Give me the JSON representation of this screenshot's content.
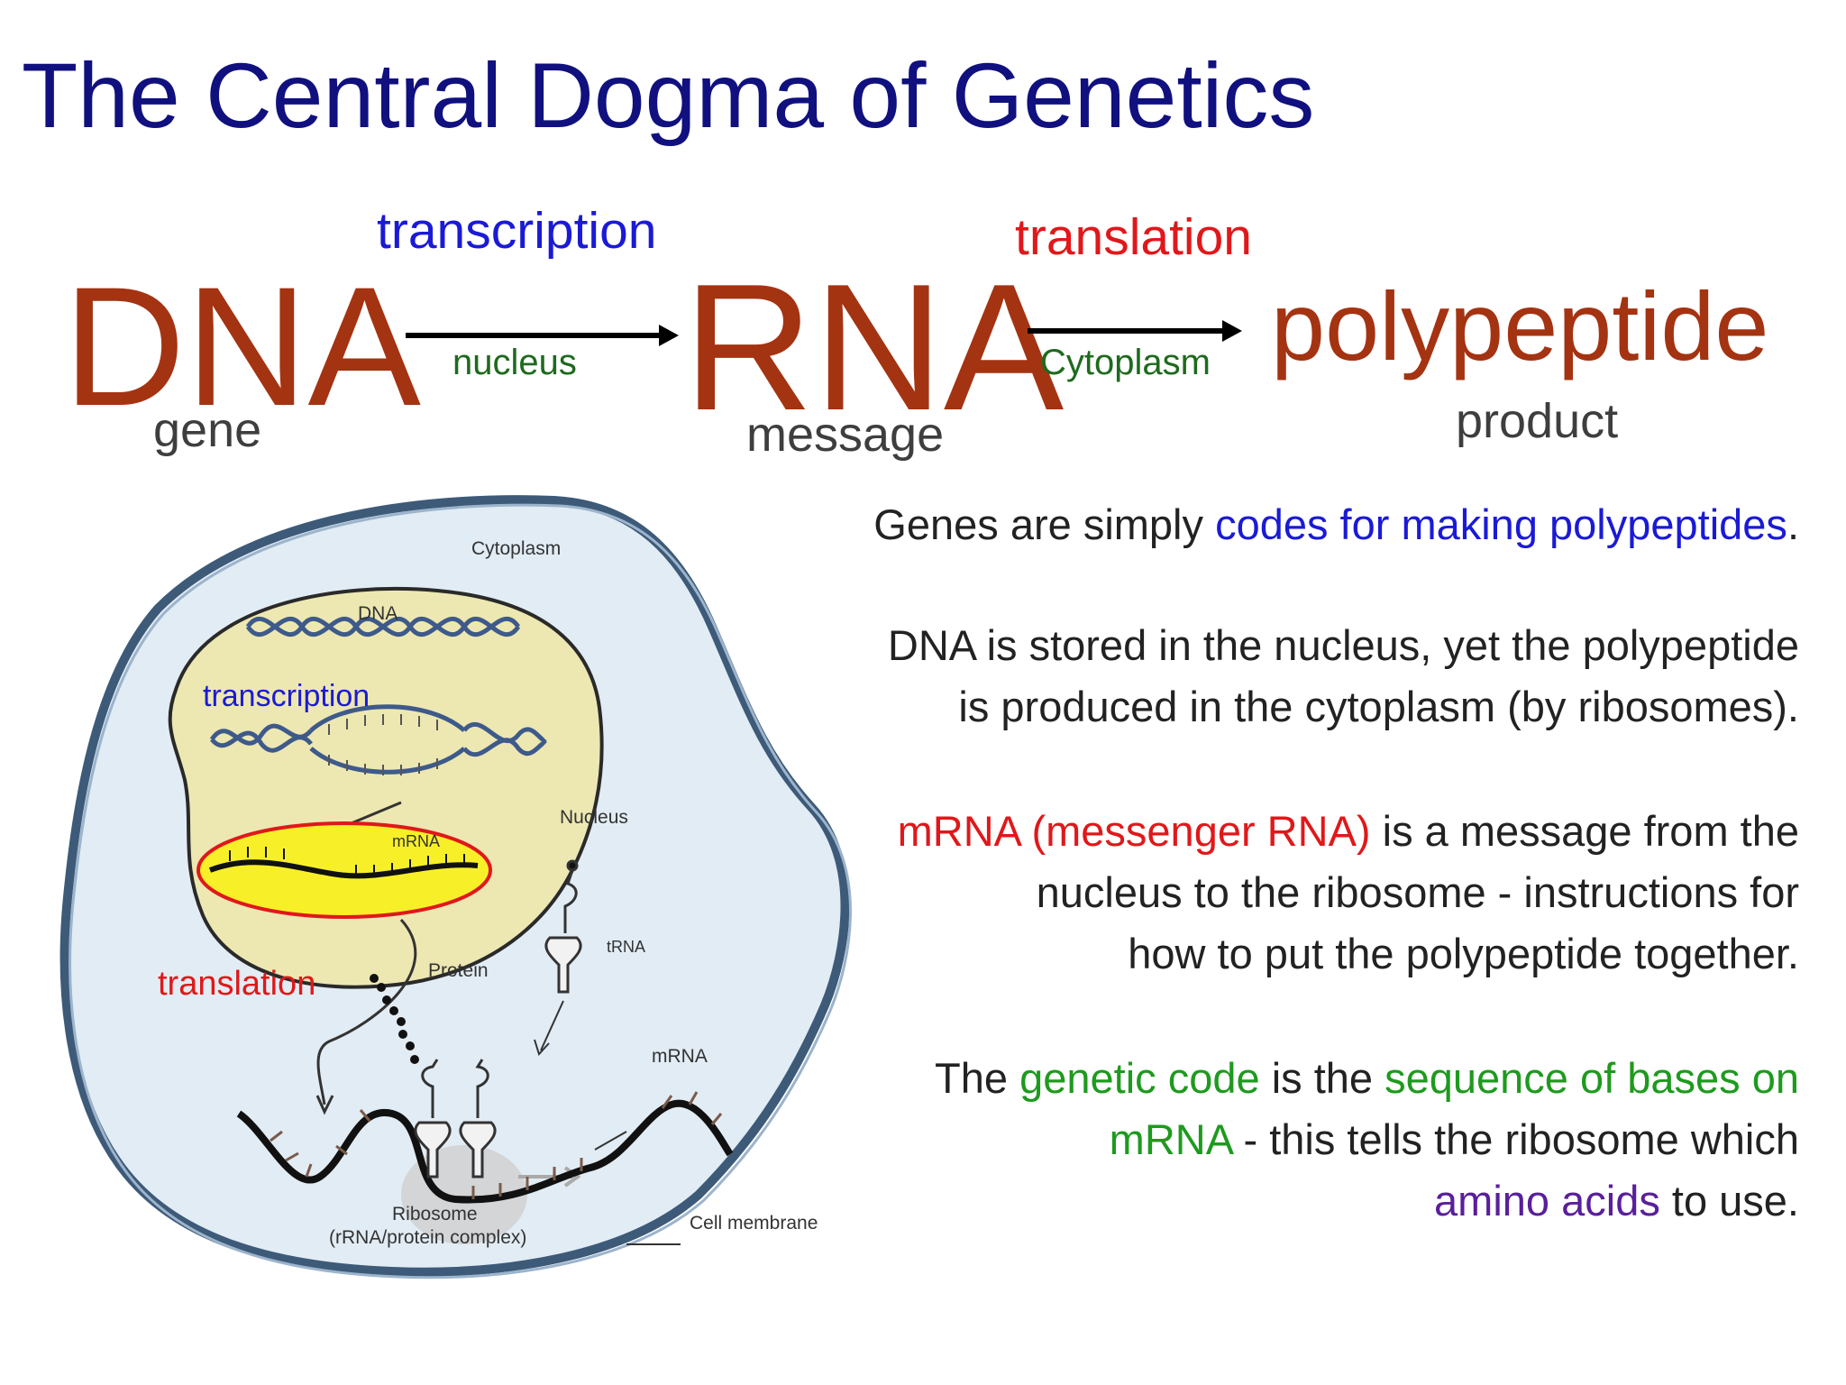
{
  "title": "The Central Dogma of Genetics",
  "flow": {
    "dna": "DNA",
    "rna": "RNA",
    "polypeptide": "polypeptide",
    "gene": "gene",
    "message": "message",
    "product": "product",
    "transcription": "transcription",
    "translation": "translation",
    "nucleus": "nucleus",
    "cytoplasm": "Cytoplasm"
  },
  "paragraphs": {
    "p1_a": "Genes are simply ",
    "p1_b": "codes for making polypeptides",
    "p1_c": ".",
    "p2_line1": "DNA is stored in the nucleus, yet the polypeptide",
    "p2_line2": "is produced in the cytoplasm (by ribosomes).",
    "p3_a": "mRNA (messenger RNA)",
    "p3_b": " is a message from the",
    "p3_line2": "nucleus to the ribosome - instructions for",
    "p3_line3": "how to put the polypeptide together.",
    "p4_a": "The ",
    "p4_b": "genetic code",
    "p4_c": " is the ",
    "p4_d": "sequence of bases on",
    "p4_e": "mRNA",
    "p4_f": " - this tells the ribosome which",
    "p4_g": "amino acids",
    "p4_h": " to use."
  },
  "diagram": {
    "cytoplasm": "Cytoplasm",
    "dna": "DNA",
    "transcription": "transcription",
    "mrna_nucleus": "mRNA",
    "nucleus": "Nucleus",
    "trna": "tRNA",
    "protein": "Protein",
    "translation": "translation",
    "mrna": "mRNA",
    "ribosome": "Ribosome",
    "ribosome_sub": "(rRNA/protein complex)",
    "cell_membrane": "Cell membrane"
  },
  "colors": {
    "title": "#10107f",
    "big_words": "#a43312",
    "transcription": "#1a1ad6",
    "translation": "#e0181a",
    "location": "#1e6a1e",
    "cell_fill": "#e2ecf4",
    "nucleus_fill": "#ede7b2",
    "mrna_highlight": "#f7f028"
  }
}
